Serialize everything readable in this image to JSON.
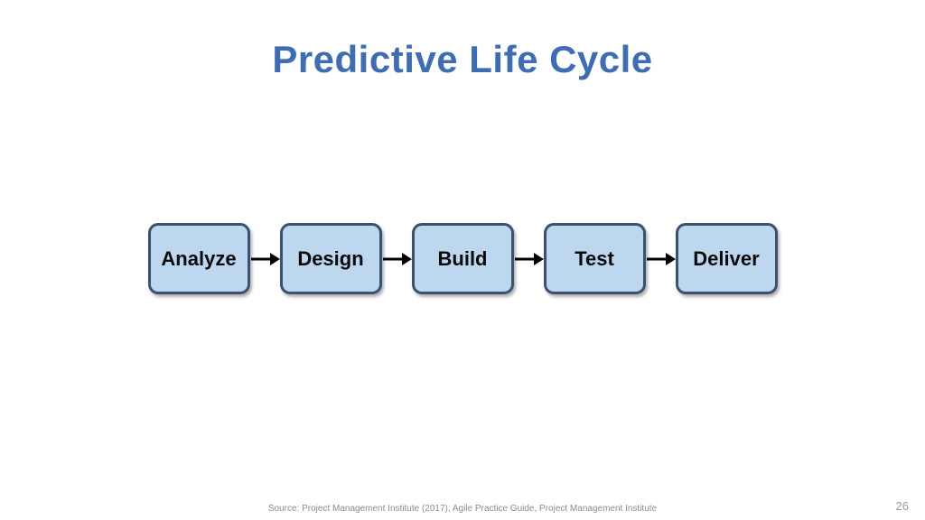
{
  "slide": {
    "title": "Predictive Life Cycle",
    "footer": "Source: Project Management Institute (2017), Agile Practice Guide, Project Management Institute",
    "page_number": "26"
  },
  "diagram": {
    "type": "flow",
    "direction": "left-to-right",
    "stages": [
      {
        "label": "Analyze"
      },
      {
        "label": "Design"
      },
      {
        "label": "Build"
      },
      {
        "label": "Test"
      },
      {
        "label": "Deliver"
      }
    ],
    "connector": "arrow-right-icon"
  },
  "colors": {
    "title": "#3E6DB5",
    "box_fill": "#BDD7EE",
    "box_border": "#3A5170",
    "arrow": "#000000",
    "footer_text": "#8C8C8C"
  }
}
